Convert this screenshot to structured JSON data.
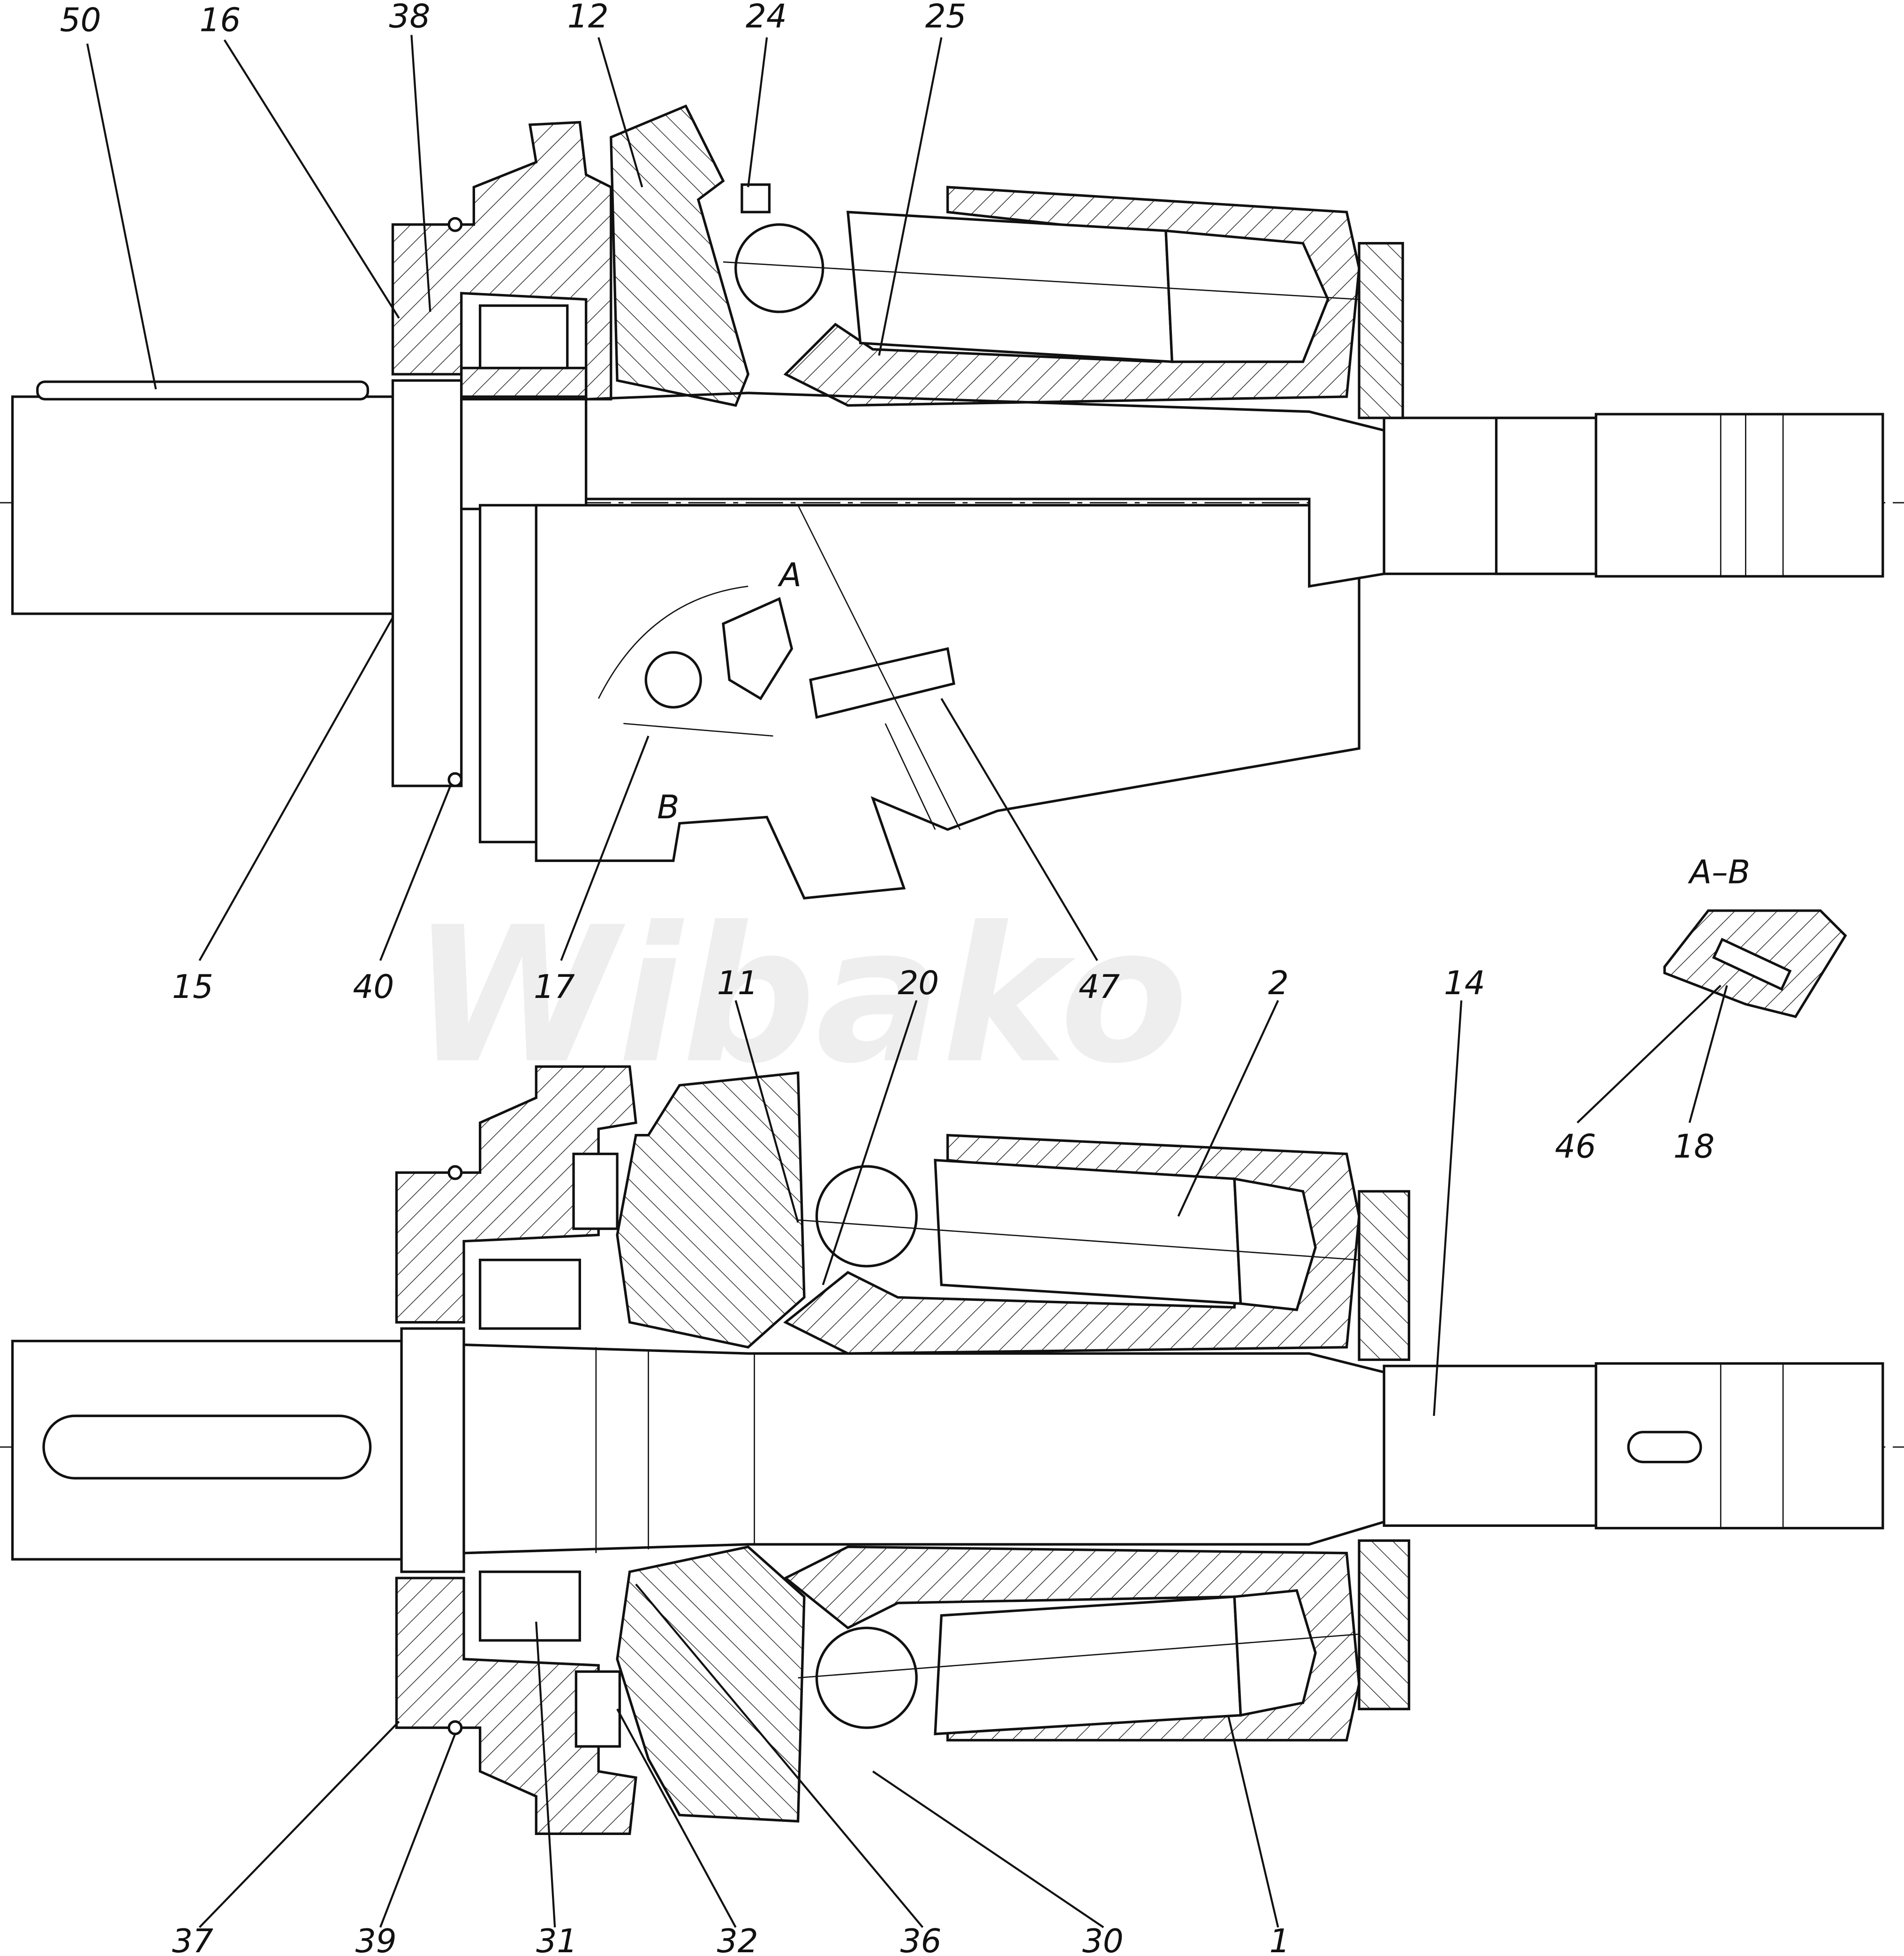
{
  "watermark": "Wibako",
  "section": {
    "title": "A–B",
    "marker_a": "A",
    "marker_b": "B"
  },
  "top_view_labels": [
    "50",
    "16",
    "38",
    "12",
    "24",
    "25",
    "15",
    "40",
    "17",
    "47"
  ],
  "bottom_view_labels": [
    "11",
    "20",
    "2",
    "14",
    "37",
    "39",
    "31",
    "32",
    "36",
    "30",
    "1"
  ],
  "detail_labels": [
    "46",
    "18"
  ]
}
